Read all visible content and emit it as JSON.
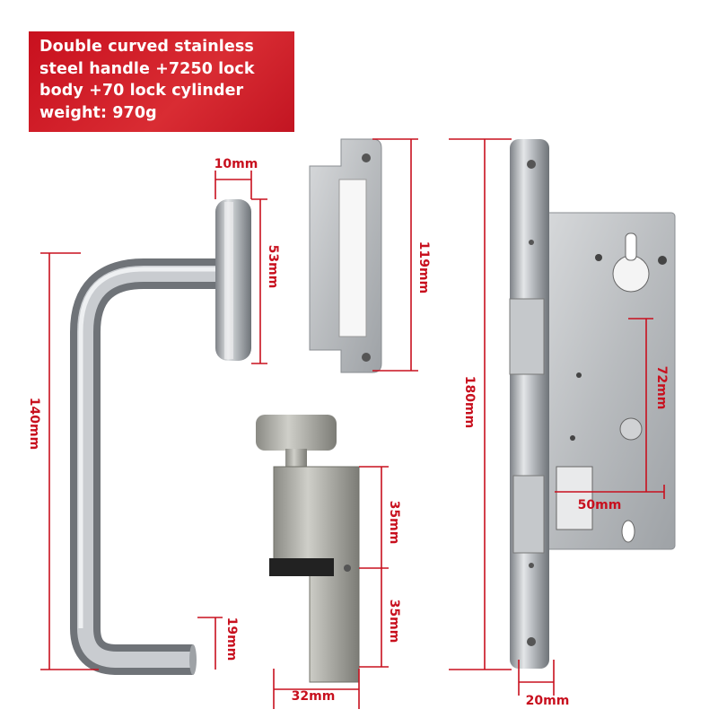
{
  "banner": {
    "lines": [
      "Double curved stainless",
      "steel handle +7250 lock",
      "body +70 lock cylinder",
      "weight: 970g"
    ],
    "background_color": "#c8101e"
  },
  "dimensions": {
    "handle_rose_thickness": "10mm",
    "handle_rose_diameter": "53mm",
    "handle_height": "140mm",
    "handle_tip": "19mm",
    "strike_plate_height": "119mm",
    "lock_body_height": "180mm",
    "lock_body_center_distance": "72mm",
    "lock_body_backset": "50mm",
    "faceplate_width": "20mm",
    "cylinder_upper": "35mm",
    "cylinder_lower": "35mm",
    "cylinder_width": "32mm"
  },
  "dimension_color": "#c8101e"
}
